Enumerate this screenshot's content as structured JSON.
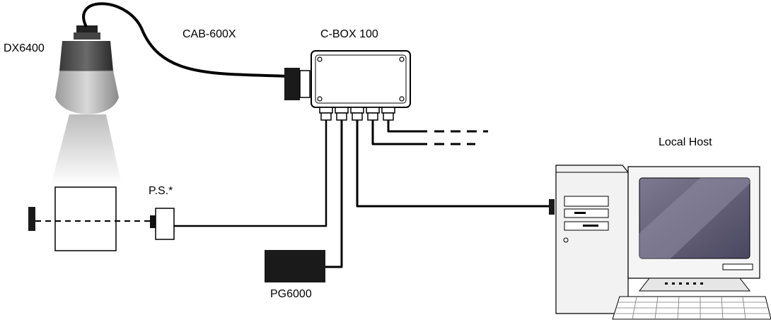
{
  "labels": {
    "scanner": "DX6400",
    "cable": "CAB-600X",
    "cbox": "C-BOX 100",
    "host": "Local Host",
    "sensor": "P.S.*",
    "encoder": "PG6000"
  }
}
